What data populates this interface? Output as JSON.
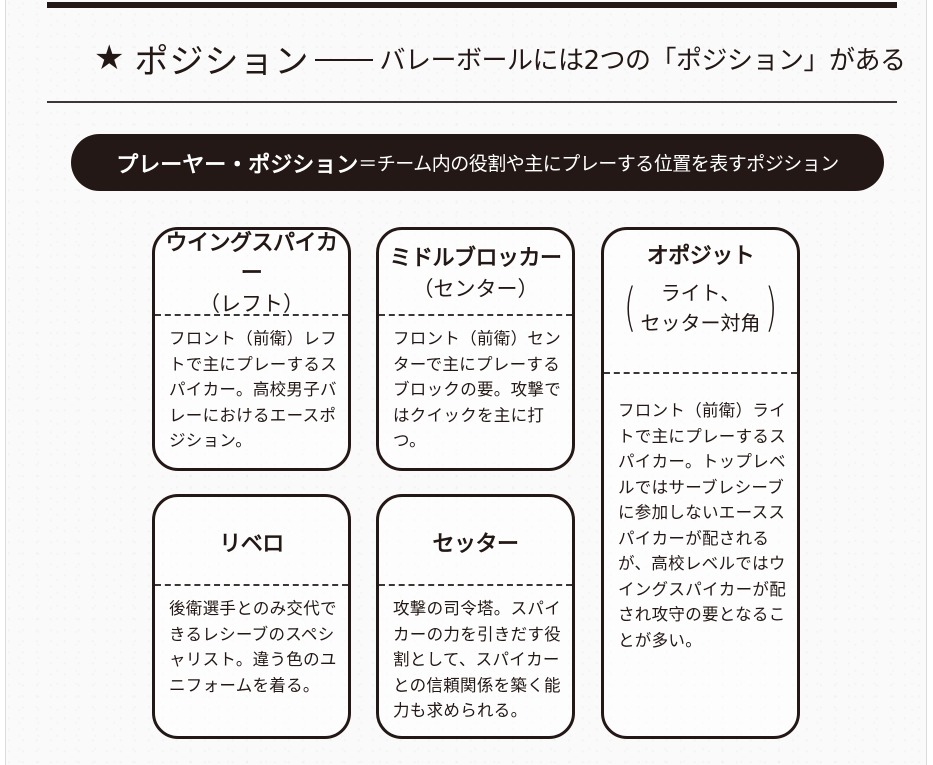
{
  "header": {
    "star_icon": "★",
    "title": "ポジション",
    "subtitle": "バレーボールには2つの「ポジション」がある"
  },
  "banner": {
    "term": "プレーヤー・ポジション",
    "definition": "＝チーム内の役割や主にプレーする位置を表すポジション"
  },
  "colors": {
    "ink": "#231815",
    "background": "#fbfafa"
  },
  "cards": [
    {
      "name": "ウイングスパイカー",
      "sub": "（レフト）",
      "body": "フロント（前衛）レフトで主にプレーするスパイカー。高校男子バレーにおけるエースポジション。"
    },
    {
      "name": "ミドルブロッカー",
      "sub": "（センター）",
      "body": "フロント（前衛）センターで主にプレーするブロックの要。攻撃ではクイックを主に打つ。"
    },
    {
      "name": "オポジット",
      "sub_line1": "ライト、",
      "sub_line2": "セッター対角",
      "paren_open": "(",
      "paren_close": ")",
      "body": "フロント（前衛）ライトで主にプレーするスパイカー。トップレベルではサーブレシーブに参加しないエーススパイカーが配されるが、高校レベルではウイングスパイカーが配され攻守の要となることが多い。"
    },
    {
      "name": "リベロ",
      "body": "後衛選手とのみ交代できるレシーブのスペシャリスト。違う色のユニフォームを着る。"
    },
    {
      "name": "セッター",
      "body": "攻撃の司令塔。スパイカーの力を引きだす役割として、スパイカーとの信頼関係を築く能力も求められる。"
    }
  ]
}
